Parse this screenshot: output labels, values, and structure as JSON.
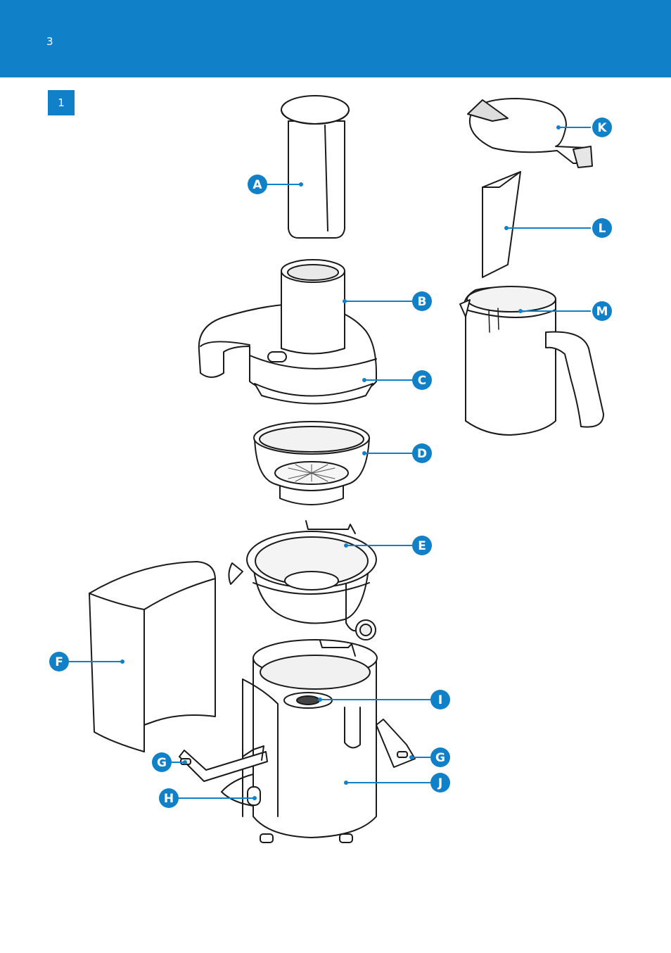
{
  "page": {
    "number": "3"
  },
  "figure": {
    "number": "1"
  },
  "colors": {
    "accent": "#1080c9",
    "line": "#1a1a1a",
    "fill": "#ffffff"
  },
  "labels": {
    "A": "A",
    "B": "B",
    "C": "C",
    "D": "D",
    "E": "E",
    "F": "F",
    "G_left": "G",
    "G_right": "G",
    "H": "H",
    "I": "I",
    "J": "J",
    "K": "K",
    "L": "L",
    "M": "M"
  }
}
